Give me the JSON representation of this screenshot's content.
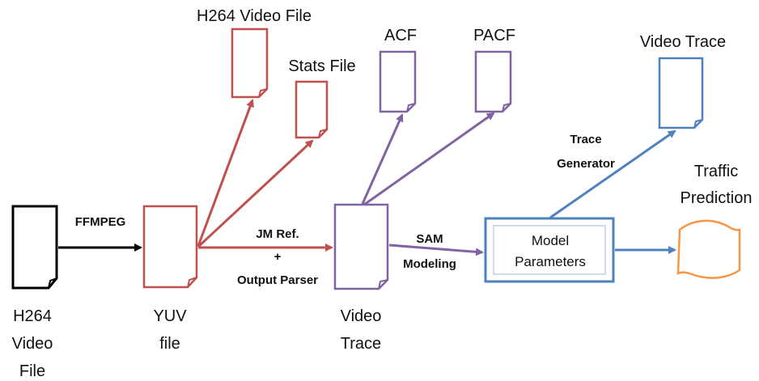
{
  "colors": {
    "black": "#000000",
    "red": "#c0504d",
    "purple": "#8064a2",
    "blue": "#4f81bd",
    "orange": "#f79646"
  },
  "labels": {
    "h264_input": [
      "H264",
      "Video",
      "File"
    ],
    "yuv": [
      "YUV",
      "file"
    ],
    "video_trace_node": [
      "Video",
      "Trace"
    ],
    "h264_output": "H264 Video File",
    "stats": "Stats File",
    "acf": "ACF",
    "pacf": "PACF",
    "video_trace_out": "Video Trace",
    "traffic_prediction": [
      "Traffic",
      "Prediction"
    ],
    "model_parameters": [
      "Model",
      "Parameters"
    ]
  },
  "edges": {
    "ffmpeg": "FFMPEG",
    "jm_ref": [
      "JM Ref.",
      "+",
      "Output Parser"
    ],
    "sam": [
      "SAM",
      "Modeling"
    ],
    "trace_generator": [
      "Trace",
      "Generator"
    ]
  }
}
